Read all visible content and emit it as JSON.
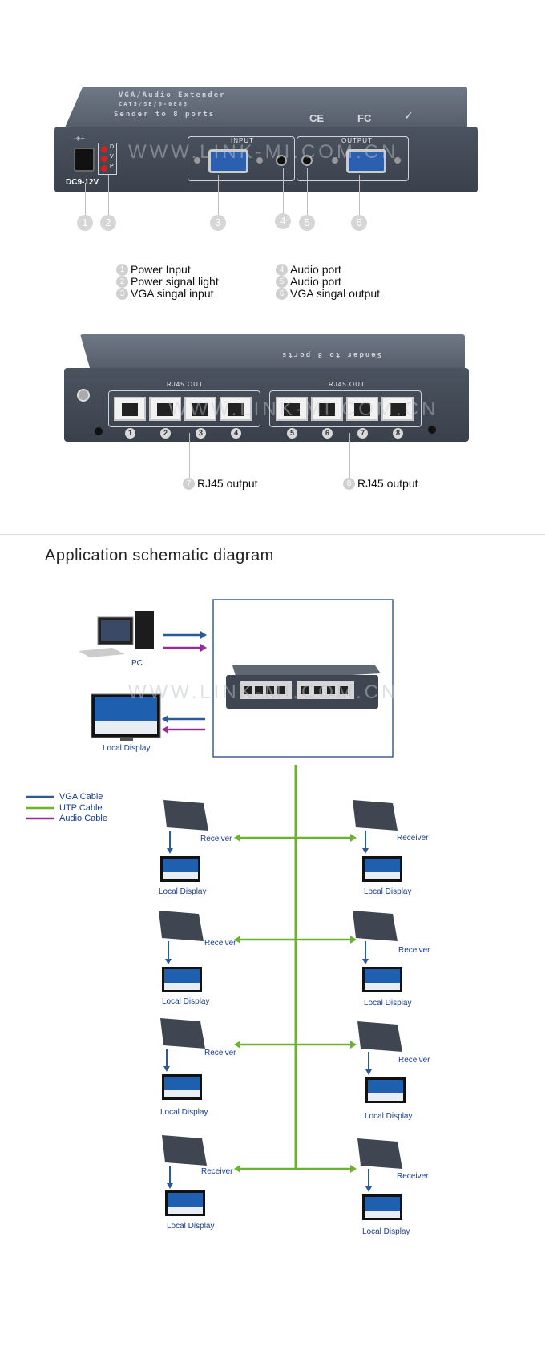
{
  "watermark": "WWW.LINK-MI.COM.CN",
  "front_panel": {
    "title": "VGA/Audio Extender",
    "model": "CAT5/5E/6-008S",
    "subtitle": "Sender to 8 ports",
    "power_label": "DC9-12V",
    "led_letters": [
      "D",
      "V",
      "P"
    ],
    "input_label": "INPUT",
    "output_label": "OUTPUT",
    "marks": [
      "CE",
      "FC"
    ]
  },
  "callouts_top": [
    "1",
    "2",
    "3",
    "4",
    "5",
    "6"
  ],
  "legend_top": {
    "left": [
      {
        "num": "1",
        "text": "Power Input"
      },
      {
        "num": "2",
        "text": "Power signal light"
      },
      {
        "num": "3",
        "text": "VGA singal input"
      }
    ],
    "right": [
      {
        "num": "4",
        "text": "Audio port"
      },
      {
        "num": "5",
        "text": "Audio port"
      },
      {
        "num": "6",
        "text": "VGA singal output"
      }
    ]
  },
  "rear_panel": {
    "group1_label": "RJ45 OUT",
    "group2_label": "RJ45 OUT",
    "ports": [
      "1",
      "2",
      "3",
      "4",
      "5",
      "6",
      "7",
      "8"
    ],
    "top_text": "Sender to 8 ports"
  },
  "legend_rear": [
    {
      "num": "7",
      "text": "RJ45 output"
    },
    {
      "num": "8",
      "text": "RJ45 output"
    }
  ],
  "schematic": {
    "title": "Application schematic diagram",
    "pc_label": "PC",
    "local_display_label": "Local Display",
    "cable_legend": [
      {
        "label": "VGA Cable",
        "color": "#2a5a9a"
      },
      {
        "label": "UTP Cable",
        "color": "#6ab42d"
      },
      {
        "label": "Audio Cable",
        "color": "#9a2a9a"
      }
    ],
    "receiver_label": "Receiver",
    "display_label": "Local Display"
  },
  "colors": {
    "vga": "#2a5a9a",
    "utp": "#6ab42d",
    "audio": "#9a2a9a",
    "device": "#454c57"
  }
}
